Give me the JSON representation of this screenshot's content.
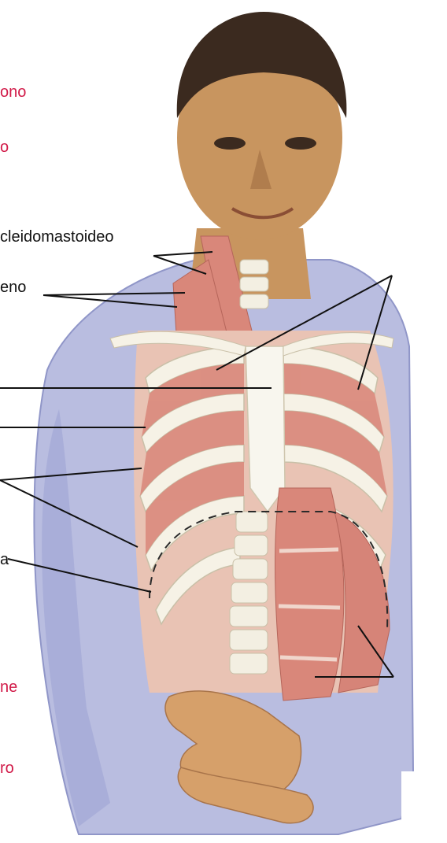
{
  "labels": {
    "l1": "ono",
    "l2": "o",
    "l3": "cleidomastoideo",
    "l4": "eno",
    "l5": "a",
    "l6": "ne",
    "l7": "ro"
  },
  "colors": {
    "label_red": "#d11a48",
    "label_black": "#111111",
    "skin": "#c8955f",
    "hair": "#3b2a1f",
    "shirt": "#b9bde0",
    "muscle": "#d9877a",
    "bone": "#f6f2e6"
  }
}
